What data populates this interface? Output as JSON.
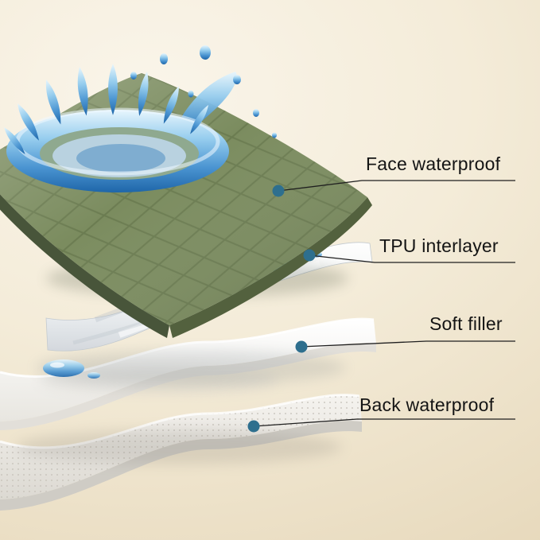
{
  "diagram": {
    "type": "product-layer-callout-diagram",
    "subject": "waterproof quilted pad exploded layers"
  },
  "labels": [
    {
      "text": "Face waterproof"
    },
    {
      "text": "TPU interlayer"
    },
    {
      "text": "Soft filler"
    },
    {
      "text": "Back waterproof"
    }
  ],
  "layers": [
    {
      "name": "face-waterproof",
      "label": "Face waterproof"
    },
    {
      "name": "tpu-interlayer",
      "label": "TPU interlayer"
    },
    {
      "name": "soft-filler",
      "label": "Soft filler"
    },
    {
      "name": "back-waterproof",
      "label": "Back waterproof"
    }
  ],
  "colors": {
    "background_light": "#faf5ea",
    "background_dark": "#e7d9bc",
    "fabric_green": "#7b8c5f",
    "fabric_green_dark": "#53613e",
    "water_light": "#e8f6fd",
    "water_mid": "#4a94d1",
    "water_dark": "#1f66a9",
    "tpu_layer": "#eef1f4",
    "soft_filler": "#f6f5f1",
    "back_layer": "#efede9",
    "callout_dot": "#2e6f8e",
    "callout_line": "#1f1f1f",
    "label_text": "#141414"
  }
}
